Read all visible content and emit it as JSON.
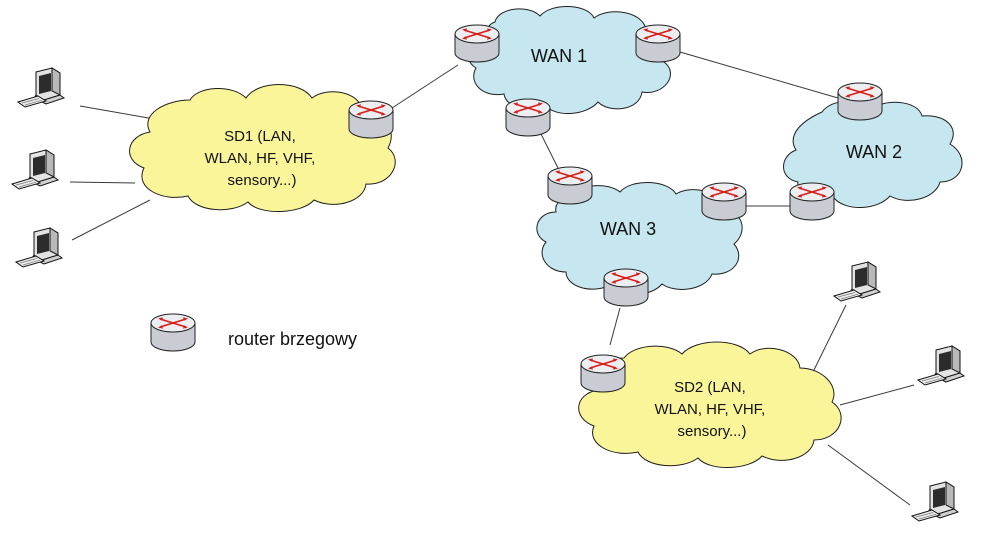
{
  "clouds": {
    "sd1": {
      "lines": [
        "SD1 (LAN,",
        "WLAN, HF, VHF,",
        "sensory...)"
      ]
    },
    "sd2": {
      "lines": [
        "SD2 (LAN,",
        "WLAN, HF, VHF,",
        "sensory...)"
      ]
    },
    "wan1": {
      "label": "WAN 1"
    },
    "wan2": {
      "label": "WAN 2"
    },
    "wan3": {
      "label": "WAN 3"
    }
  },
  "legend": {
    "icon": "router-icon",
    "label": "router brzegowy"
  },
  "icons": {
    "router": "router-icon",
    "computer": "computer-icon"
  },
  "colors": {
    "sd_cloud": "#fbf59a",
    "wan_cloud": "#c6e7ef",
    "router_arrows": "#e0201a"
  }
}
